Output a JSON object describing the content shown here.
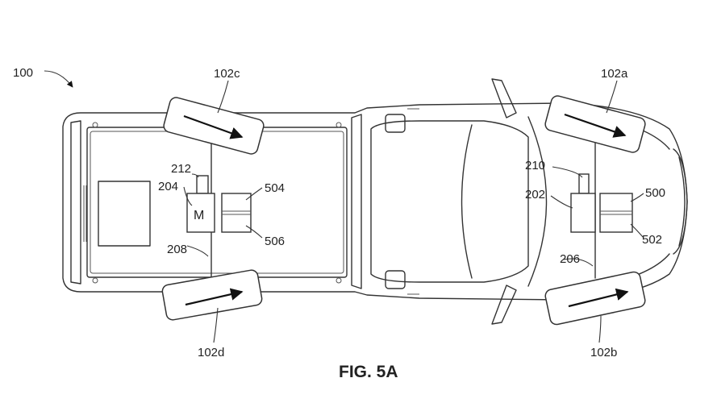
{
  "figure": {
    "caption": "FIG. 5A",
    "labels": {
      "vehicle": "100",
      "wheel_front_top": "102a",
      "wheel_front_bottom": "102b",
      "wheel_rear_top": "102c",
      "wheel_rear_bottom": "102d",
      "front_box_left": "202",
      "front_motor": "M",
      "rear_box_left": "204",
      "front_axle": "206",
      "rear_axle": "208",
      "front_sensor": "210",
      "rear_sensor": "212",
      "front_box_right_top": "500",
      "front_box_right_bottom": "502",
      "rear_box_right_top": "504",
      "rear_box_right_bottom": "506"
    }
  }
}
